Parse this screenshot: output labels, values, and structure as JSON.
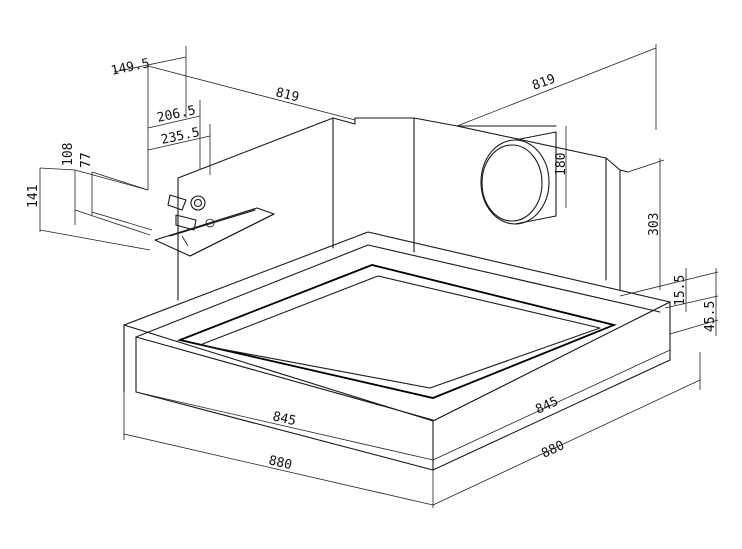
{
  "dimensions": {
    "bracket_offset": "149.5",
    "box_length_left": "819",
    "box_length_right": "819",
    "bracket_inner_a": "206.5",
    "bracket_inner_b": "235.5",
    "bracket_height_a": "108",
    "bracket_height_b": "77",
    "bracket_height_total": "141",
    "duct_diameter": "180",
    "box_height": "303",
    "frame_thickness_a": "15.5",
    "frame_thickness_b": "45.5",
    "inner_panel_front": "845",
    "inner_panel_right": "845",
    "outer_panel_front": "880",
    "outer_panel_right": "880"
  }
}
